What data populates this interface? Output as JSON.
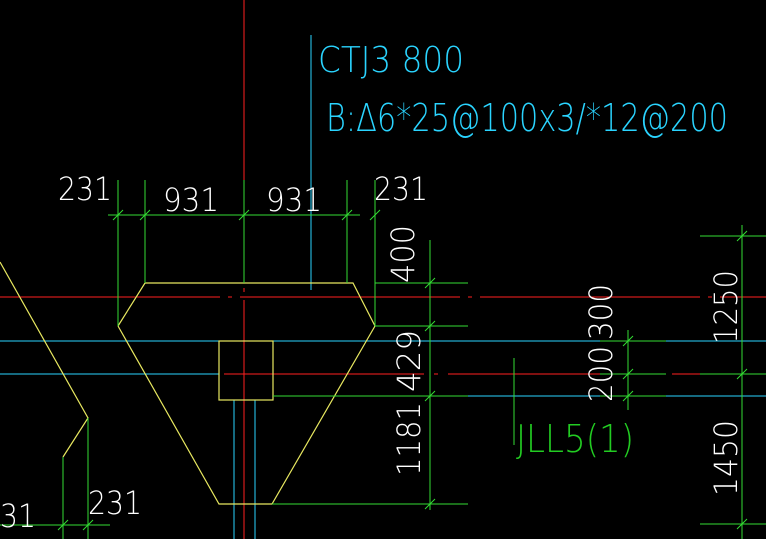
{
  "colors": {
    "background": "#000000",
    "axis_red": "#ff2020",
    "axis_cyan": "#2ad4ff",
    "outline_yellow": "#e8e860",
    "dimension_green": "#33dd33",
    "dimension_text": "#ffffff",
    "annotation_cyan": "#2ad4ff",
    "beam_label_green": "#22cc22"
  },
  "annotations": {
    "cap_name": "CTJ3 800",
    "cap_reinforcement": "B:Δ6*25@100x3/*12@200",
    "beam_label": "JLL5(1)"
  },
  "dimensions": {
    "top": [
      "231",
      "931",
      "931",
      "231"
    ],
    "vertical_left": [
      "400",
      "429",
      "1181"
    ],
    "vertical_middle": [
      "200",
      "300"
    ],
    "vertical_right": [
      "1250",
      "1450"
    ],
    "bottom_left": [
      "31",
      "231"
    ]
  }
}
